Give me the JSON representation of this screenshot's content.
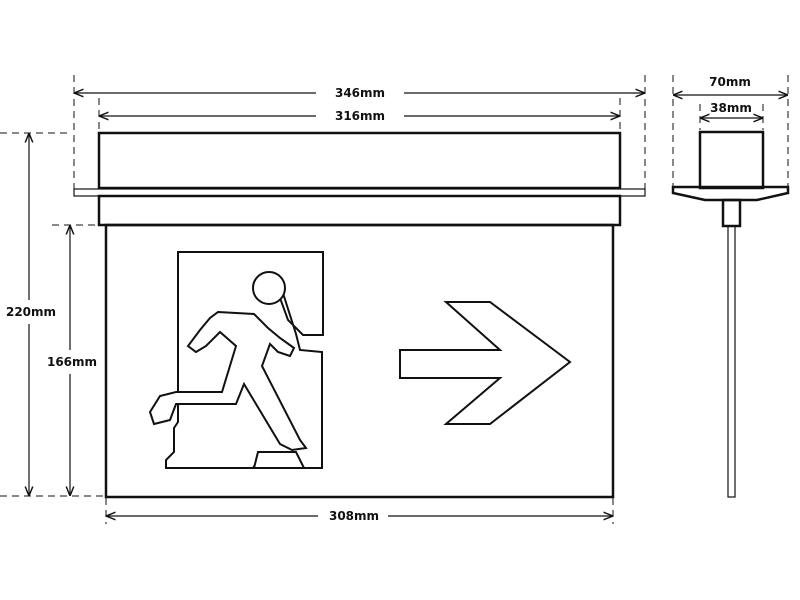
{
  "dimensions": {
    "overall_width": "346mm",
    "housing_width": "316mm",
    "panel_width": "308mm",
    "overall_height": "220mm",
    "panel_height": "166mm",
    "side_width": "70mm",
    "side_housing_width": "38mm"
  },
  "colors": {
    "line": "#111111",
    "background": "#ffffff"
  }
}
